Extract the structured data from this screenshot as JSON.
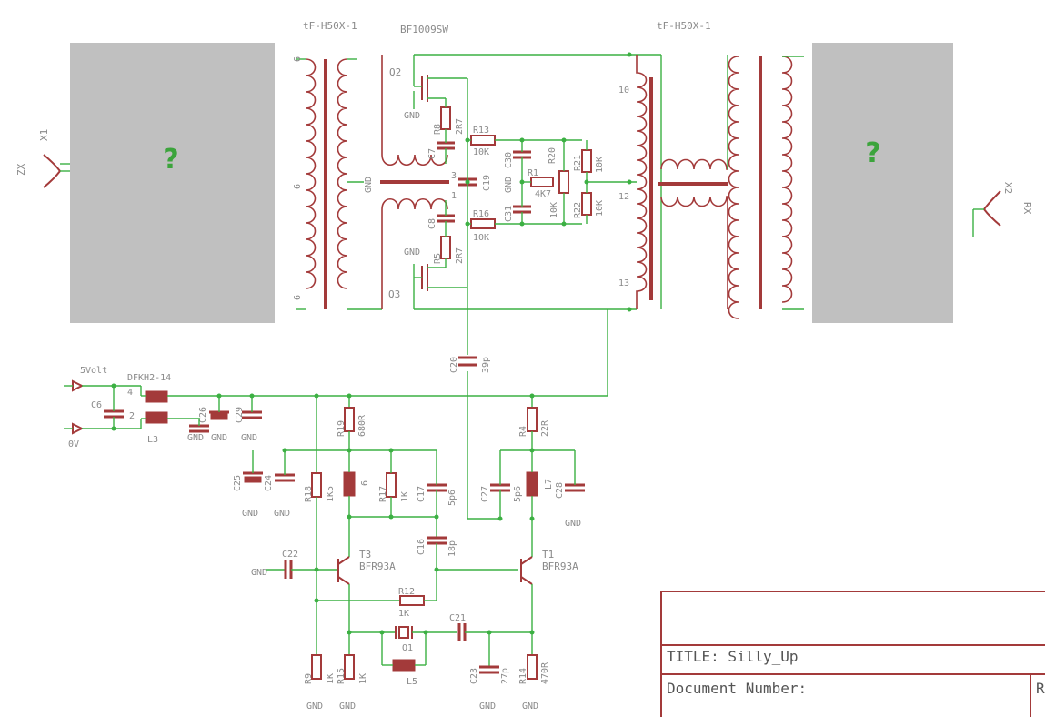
{
  "transformers": {
    "left_label": "tF-H50X-1",
    "right_label": "tF-H50X-1",
    "placeholder_mark": "?"
  },
  "fets": {
    "part_label": "BF1009SW",
    "q2": "Q2",
    "q3": "Q3"
  },
  "ports": {
    "x1": "X1",
    "zx": "ZX",
    "x2": "X2",
    "rx": "RX"
  },
  "components": {
    "r8": "R8",
    "r8_val": "2R7",
    "r5": "R5",
    "r5_val": "2R7",
    "c7": "C7",
    "c8": "C8",
    "c19": "C19",
    "r13": "R13",
    "r13_val": "10K",
    "r16": "R16",
    "r16_val": "10K",
    "c30": "C30",
    "c31": "C31",
    "r1": "R1",
    "r1_val": "4K7",
    "r20": "R20",
    "r20_val": "10K",
    "r21": "R21",
    "r21_val": "10K",
    "r22": "R22",
    "r22_val": "10K",
    "c20": "C20",
    "c20_val": "39p",
    "pin10": "10",
    "pin12": "12",
    "pin13": "13",
    "pin1": "1",
    "pin2": "2",
    "pin3": "3",
    "pin4": "4",
    "pin6": "6",
    "gnd": "GND",
    "supply": "5Volt",
    "zero": "0V",
    "dfkh": "DFKH2-14",
    "l3": "L3",
    "c6": "C6",
    "c26": "C26",
    "c29": "C29",
    "c25": "C25",
    "c24": "C24",
    "r19": "R19",
    "r19_val": "680R",
    "r18": "R18",
    "r18_val": "1K5",
    "l6": "L6",
    "r17": "R17",
    "r17_val": "1K",
    "c17": "C17",
    "c17_val": "5p6",
    "c27": "C27",
    "c28": "C28",
    "l7": "L7",
    "c16": "C16",
    "c16_val": "18p",
    "r4": "R4",
    "r4_val": "22R",
    "c22": "C22",
    "t3": "T3",
    "t3_val": "BFR93A",
    "t1": "T1",
    "t1_val": "BFR93A",
    "r12": "R12",
    "r12_val": "1K",
    "c21": "C21",
    "q1": "Q1",
    "l5": "L5",
    "c23": "C23",
    "c23_val": "27p",
    "r9": "R9",
    "r9_val": "1K",
    "r15": "R15",
    "r15_val": "1K",
    "r14": "R14",
    "r14_val": "470R",
    "c27_val": "5p6"
  },
  "title_block": {
    "title": "TITLE:  Silly_Up",
    "doc_number": "Document Number:",
    "rev": "R"
  }
}
